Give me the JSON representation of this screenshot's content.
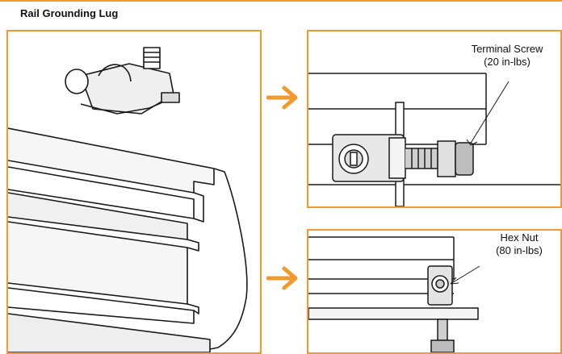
{
  "title": "Rail Grounding Lug",
  "callouts": {
    "terminal_screw": {
      "name": "Terminal Screw",
      "torque": "(20 in-lbs)"
    },
    "hex_nut": {
      "name": "Hex Nut",
      "torque": "(80 in-lbs)"
    }
  },
  "colors": {
    "accent": "#f39a2e",
    "line": "#1a1a1a",
    "metal": "#e6e6e6"
  }
}
